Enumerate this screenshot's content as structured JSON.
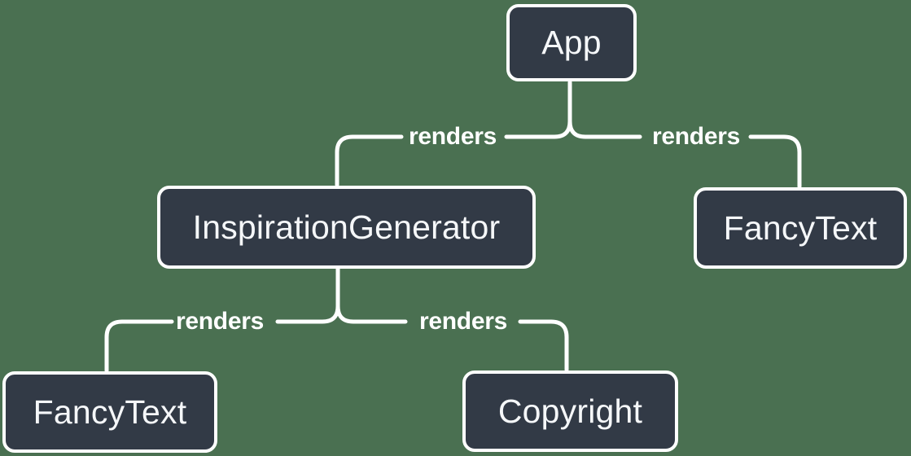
{
  "diagram": {
    "type": "component-render-tree",
    "colors": {
      "background": "#4A7051",
      "node_fill": "#323A46",
      "node_border": "#FFFFFF",
      "node_text": "#F5F7F9",
      "connector": "#FFFFFF"
    },
    "nodes": [
      {
        "id": "app",
        "label": "App"
      },
      {
        "id": "inspiration-generator",
        "label": "InspirationGenerator"
      },
      {
        "id": "fancy-text-top",
        "label": "FancyText"
      },
      {
        "id": "fancy-text-bottom",
        "label": "FancyText"
      },
      {
        "id": "copyright",
        "label": "Copyright"
      }
    ],
    "edges": [
      {
        "from": "App",
        "to": "InspirationGenerator",
        "label": "renders"
      },
      {
        "from": "App",
        "to": "FancyText",
        "label": "renders"
      },
      {
        "from": "InspirationGenerator",
        "to": "FancyText",
        "label": "renders"
      },
      {
        "from": "InspirationGenerator",
        "to": "Copyright",
        "label": "renders"
      }
    ]
  }
}
